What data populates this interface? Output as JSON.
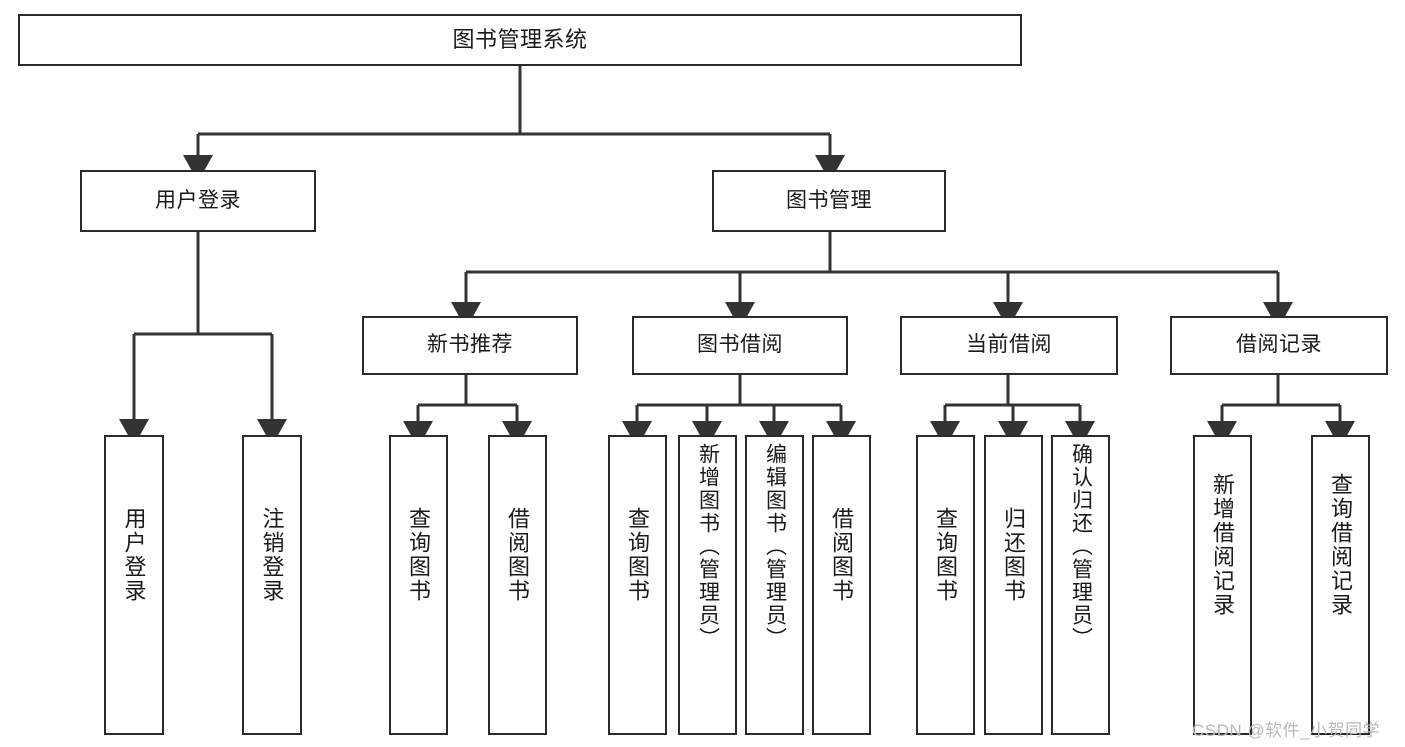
{
  "diagram": {
    "title": "图书管理系统",
    "type": "tree-hierarchy",
    "colors": {
      "background": "#ffffff",
      "node_border": "#2b2b2b",
      "node_fill": "#ffffff",
      "edge": "#333333",
      "text": "#1a1a1a",
      "watermark": "#b9b9b9"
    }
  },
  "root": {
    "label": "图书管理系统"
  },
  "level2": [
    {
      "label": "用户登录"
    },
    {
      "label": "图书管理"
    }
  ],
  "level3": [
    {
      "label": "新书推荐"
    },
    {
      "label": "图书借阅"
    },
    {
      "label": "当前借阅"
    },
    {
      "label": "借阅记录"
    }
  ],
  "leaves": {
    "user_login": [
      {
        "label": "用户登录"
      },
      {
        "label": "注销登录"
      }
    ],
    "new_book_recommend": [
      {
        "label": "查询图书"
      },
      {
        "label": "借阅图书"
      }
    ],
    "book_borrow": [
      {
        "label": "查询图书"
      },
      {
        "label": "新增图书（管理员）"
      },
      {
        "label": "编辑图书（管理员）"
      },
      {
        "label": "借阅图书"
      }
    ],
    "current_borrow": [
      {
        "label": "查询图书"
      },
      {
        "label": "归还图书"
      },
      {
        "label": "确认归还（管理员）"
      }
    ],
    "borrow_record": [
      {
        "label": "新增借阅记录"
      },
      {
        "label": "查询借阅记录"
      }
    ]
  },
  "watermark": {
    "text": "CSDN @软件_小贺同学"
  }
}
